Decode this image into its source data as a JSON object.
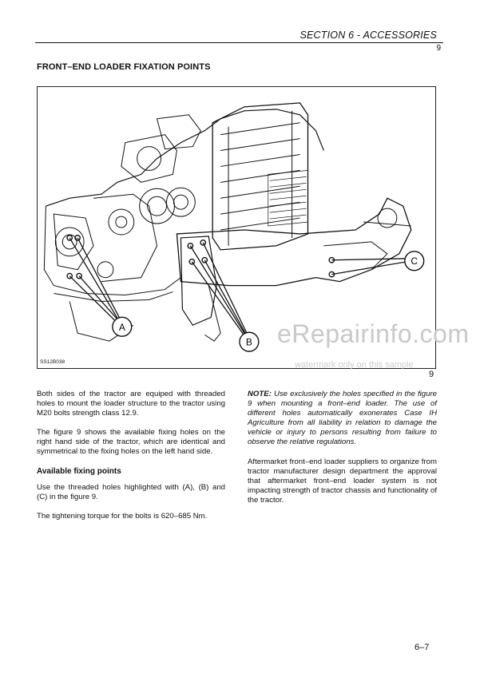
{
  "header": {
    "section": "SECTION 6 - ACCESSORIES",
    "page_number_top": "9"
  },
  "title": "FRONT–END LOADER FIXATION POINTS",
  "figure": {
    "code": "SS12B038",
    "number": "9",
    "labels": {
      "a": "A",
      "b": "B",
      "c": "C"
    }
  },
  "watermark": {
    "text": "eRepairinfo.com",
    "sub": "watermark only on this sample"
  },
  "left_column": {
    "p1": "Both sides of the tractor are equiped with threaded holes to mount the loader structure to the tractor using M20 bolts strength class 12.9.",
    "p2": "The figure  9 shows the available fixing holes on the right hand side of the tractor, which are identical and symmetrical to the fixing holes on the left hand side.",
    "subhead": "Available fixing points",
    "p3": "Use the threaded holes highlighted with (A), (B) and (C) in the figure  9.",
    "p4": "The tightening torque for the bolts is 620–685 Nm."
  },
  "right_column": {
    "note_label": "NOTE:",
    "note_text": "Use exclusively the holes specified in the figure  9 when mounting a front–end loader. The use of different holes automatically exonerates Case IH Agriculture from all liability in relation to damage the vehicle or injury to persons resulting from failure to observe the relative regulations.",
    "p2": "Aftermarket front–end loader suppliers to organize from tractor manufacturer design department the approval that aftermarket front–end loader system is not impacting strength of tractor chassis and functionality of the tractor."
  },
  "footer": {
    "page": "6–7"
  }
}
